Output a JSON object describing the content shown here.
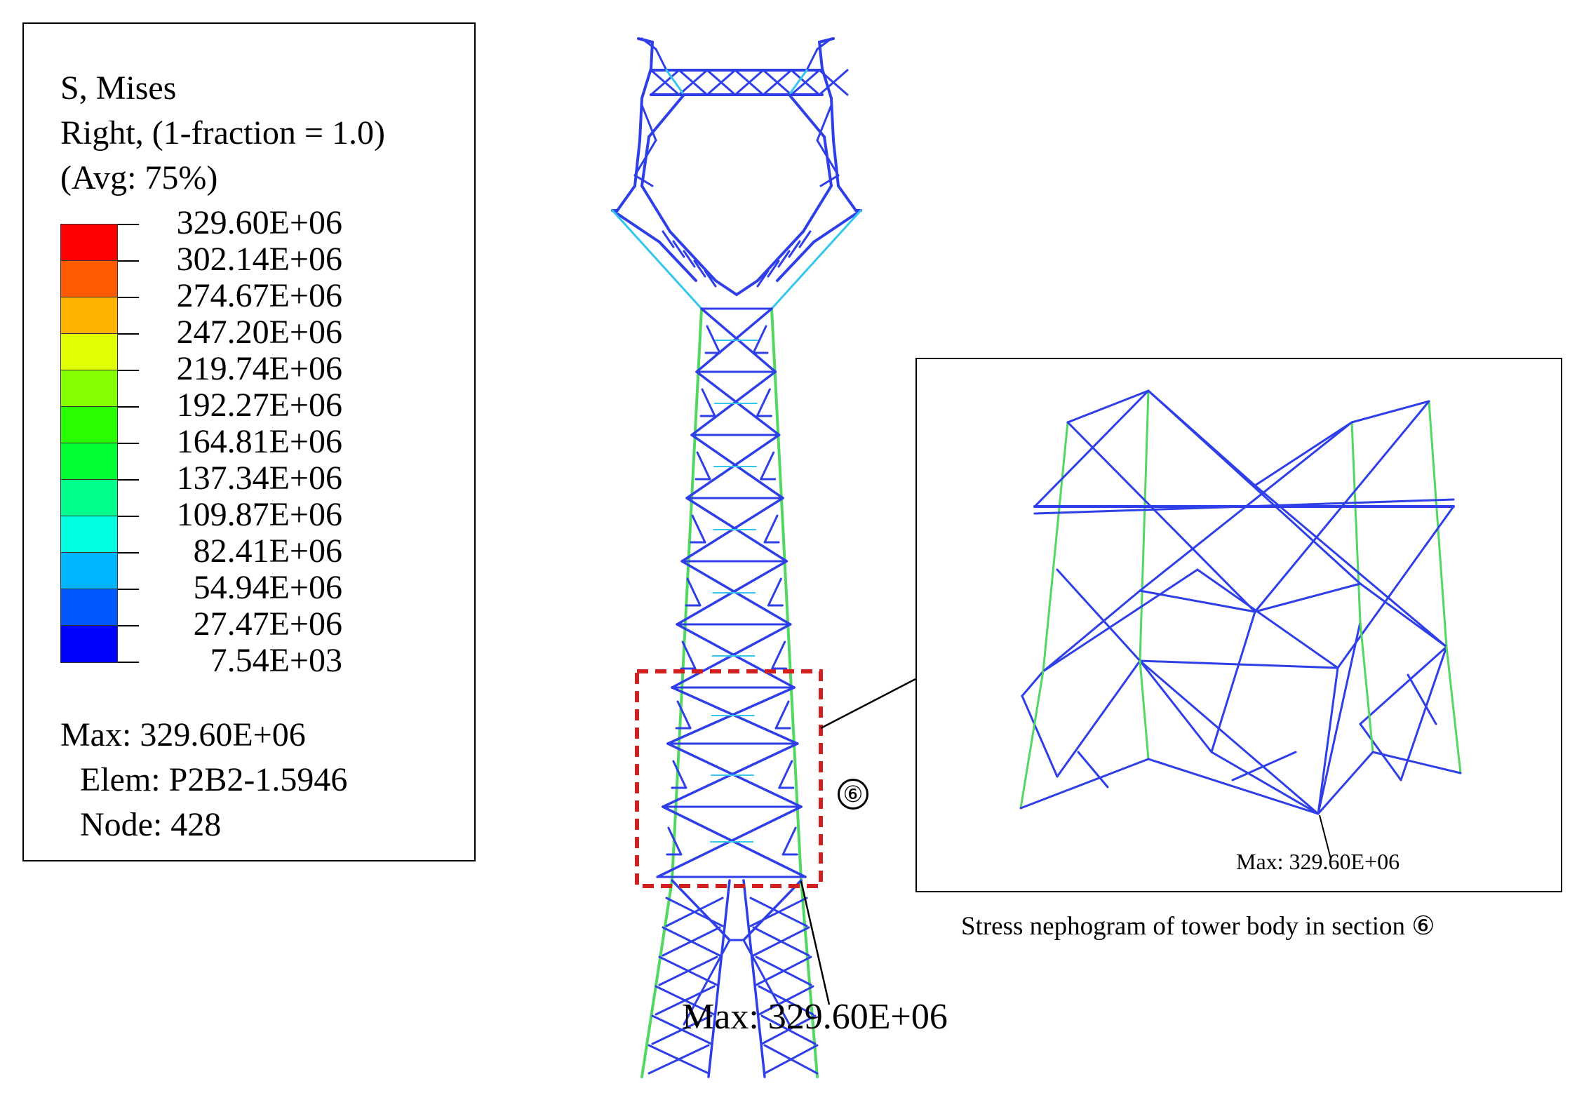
{
  "legend": {
    "title": "S, Mises",
    "subtitle1": "Right, (1-fraction = 1.0)",
    "subtitle2": "(Avg: 75%)",
    "levels": [
      {
        "value": "329.60E+06",
        "color": "#ff0000"
      },
      {
        "value": "302.14E+06",
        "color": "#ff5a00"
      },
      {
        "value": "274.67E+06",
        "color": "#ffb300"
      },
      {
        "value": "247.20E+06",
        "color": "#e1ff00"
      },
      {
        "value": "219.74E+06",
        "color": "#86ff00"
      },
      {
        "value": "192.27E+06",
        "color": "#2aff00"
      },
      {
        "value": "164.81E+06",
        "color": "#00ff33"
      },
      {
        "value": "137.34E+06",
        "color": "#00ff8c"
      },
      {
        "value": "109.87E+06",
        "color": "#00ffe1"
      },
      {
        "value": "82.41E+06",
        "color": "#00b5ff"
      },
      {
        "value": "54.94E+06",
        "color": "#0058ff"
      },
      {
        "value": "27.47E+06",
        "color": "#0000ff"
      },
      {
        "value": "7.54E+03",
        "color": ""
      }
    ],
    "max_line": "Max: 329.60E+06",
    "elem_line": "Elem: P2B2-1.5946",
    "node_line": "Node: 428"
  },
  "main_view": {
    "max_label": "Max: 329.60E+06",
    "section_marker": "⑥",
    "highlight_color": "#d22020"
  },
  "inset": {
    "max_label": "Max: 329.60E+06",
    "caption": "Stress nephogram of tower body in section ⑥"
  },
  "colors": {
    "member_blue": "#2f3fe8",
    "member_cyan": "#35c6f0",
    "member_green": "#52d860"
  }
}
